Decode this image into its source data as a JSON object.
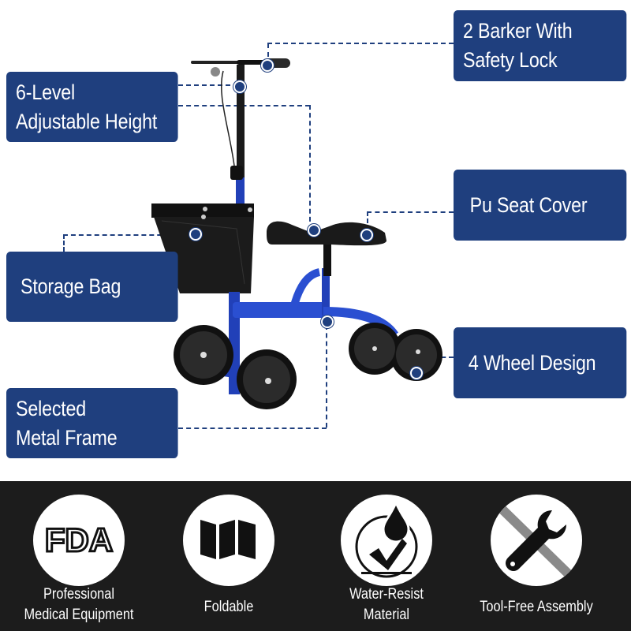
{
  "product_callouts": [
    {
      "id": "brakes",
      "lines": [
        "2 Barker With",
        "Safety Lock"
      ]
    },
    {
      "id": "height",
      "lines": [
        "6-Level",
        "Adjustable Height"
      ]
    },
    {
      "id": "seat",
      "lines": [
        "Pu Seat Cover"
      ]
    },
    {
      "id": "bag",
      "lines": [
        "Storage Bag"
      ]
    },
    {
      "id": "wheels",
      "lines": [
        "4 Wheel Design"
      ]
    },
    {
      "id": "frame",
      "lines": [
        "Selected",
        "Metal Frame"
      ]
    }
  ],
  "features": [
    {
      "icon": "fda-logo-icon",
      "lines": [
        "Professional",
        "Medical Equipment"
      ]
    },
    {
      "icon": "folded-map-icon",
      "lines": [
        "Foldable"
      ]
    },
    {
      "icon": "water-drop-check-icon",
      "lines": [
        "Water-Resist",
        "Material"
      ]
    },
    {
      "icon": "wrench-crossed-icon",
      "lines": [
        "Tool-Free Assembly"
      ]
    }
  ],
  "fda_text": "FDA",
  "colors": {
    "label_bg": "#1f3f7e",
    "band_bg": "#1c1c1c",
    "frame_blue": "#2140b8"
  }
}
